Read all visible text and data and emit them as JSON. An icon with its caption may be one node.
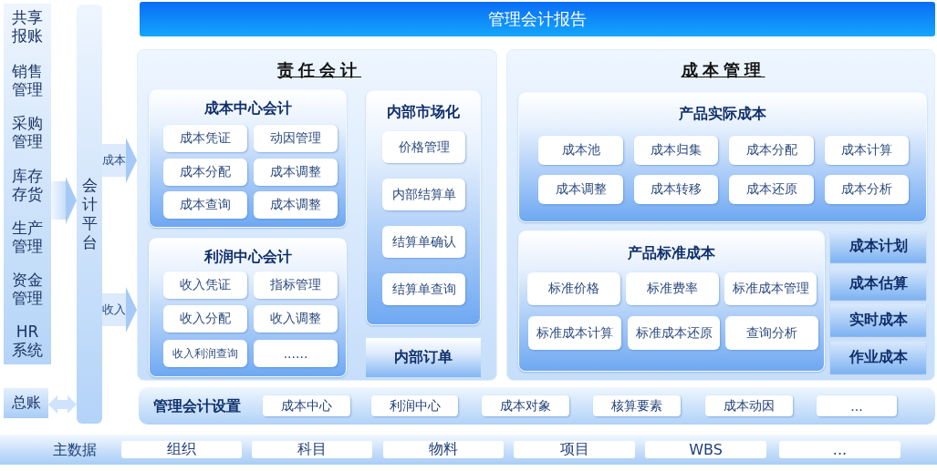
{
  "diagram": {
    "nodes": [
      {
        "text": [
          "共享报账",
          "销售管理",
          "采购管理",
          "库存存货",
          "生产管理",
          "资金管理",
          "HR系统"
        ]
      },
      {
        "text": [
          "总账"
        ]
      },
      {
        "text": [
          "会计平台"
        ]
      },
      {
        "text": [
          "管理会计报告"
        ]
      },
      {
        "text": [
          "责任会计"
        ]
      },
      {
        "text": [
          "成本中心会计"
        ],
        "in": 4
      },
      {
        "text": [
          "成本凭证"
        ],
        "in": 5
      },
      {
        "text": [
          "动因管理"
        ],
        "in": 5
      },
      {
        "text": [
          "成本分配"
        ],
        "in": 5
      },
      {
        "text": [
          "成本调整"
        ],
        "in": 5
      },
      {
        "text": [
          "成本查询"
        ],
        "in": 5
      },
      {
        "text": [
          "成本调整"
        ],
        "in": 5
      },
      {
        "text": [
          "利润中心会计"
        ],
        "in": 4
      },
      {
        "text": [
          "收入凭证"
        ],
        "in": 12
      },
      {
        "text": [
          "指标管理"
        ],
        "in": 12
      },
      {
        "text": [
          "收入分配"
        ],
        "in": 12
      },
      {
        "text": [
          "收入调整"
        ],
        "in": 12
      },
      {
        "text": [
          "收入利润查询"
        ],
        "in": 12
      },
      {
        "text": [
          "......"
        ],
        "in": 12
      },
      {
        "text": [
          "内部市场化"
        ],
        "in": 4
      },
      {
        "text": [
          "价格管理"
        ],
        "in": 19
      },
      {
        "text": [
          "内部结算单"
        ],
        "in": 19
      },
      {
        "text": [
          "结算单确认"
        ],
        "in": 19
      },
      {
        "text": [
          "结算单查询"
        ],
        "in": 19
      },
      {
        "text": [
          "内部订单"
        ],
        "in": 4
      },
      {
        "text": [
          "成本管理"
        ]
      },
      {
        "text": [
          "产品实际成本"
        ],
        "in": 25
      },
      {
        "text": [
          "成本池"
        ],
        "in": 26
      },
      {
        "text": [
          "成本归集"
        ],
        "in": 26
      },
      {
        "text": [
          "成本分配"
        ],
        "in": 26
      },
      {
        "text": [
          "成本计算"
        ],
        "in": 26
      },
      {
        "text": [
          "成本调整"
        ],
        "in": 26
      },
      {
        "text": [
          "成本转移"
        ],
        "in": 26
      },
      {
        "text": [
          "成本还原"
        ],
        "in": 26
      },
      {
        "text": [
          "成本分析"
        ],
        "in": 26
      },
      {
        "text": [
          "产品标准成本"
        ],
        "in": 25
      },
      {
        "text": [
          "标准价格"
        ],
        "in": 35
      },
      {
        "text": [
          "标准费率"
        ],
        "in": 35
      },
      {
        "text": [
          "标准成本管理"
        ],
        "in": 35
      },
      {
        "text": [
          "标准成本计算"
        ],
        "in": 35
      },
      {
        "text": [
          "标准成本还原"
        ],
        "in": 35
      },
      {
        "text": [
          "查询分析"
        ],
        "in": 35
      },
      {
        "text": [
          "成本计划"
        ],
        "in": 25
      },
      {
        "text": [
          "成本估算"
        ],
        "in": 25
      },
      {
        "text": [
          "实时成本"
        ],
        "in": 25
      },
      {
        "text": [
          "作业成本"
        ],
        "in": 25
      },
      {
        "text": [
          "管理会计设置"
        ]
      },
      {
        "text": [
          "成本中心"
        ],
        "in": 46
      },
      {
        "text": [
          "利润中心"
        ],
        "in": 46
      },
      {
        "text": [
          "成本对象"
        ],
        "in": 46
      },
      {
        "text": [
          "核算要素"
        ],
        "in": 46
      },
      {
        "text": [
          "成本动因"
        ],
        "in": 46
      },
      {
        "text": [
          "..."
        ],
        "in": 46
      },
      {
        "text": [
          "主数据"
        ]
      },
      {
        "text": [
          "组织"
        ],
        "in": 53
      },
      {
        "text": [
          "科目"
        ],
        "in": 53
      },
      {
        "text": [
          "物料"
        ],
        "in": 53
      },
      {
        "text": [
          "项目"
        ],
        "in": 53
      },
      {
        "text": [
          "WBS"
        ],
        "in": 53
      },
      {
        "text": [
          "..."
        ],
        "in": 53
      }
    ],
    "edges": [
      {
        "from": 0,
        "to": 2,
        "arrow": "to"
      },
      {
        "from": 1,
        "to": 2,
        "arrow": "both"
      },
      {
        "from": 2,
        "to": 4,
        "arrow": "to",
        "label": "成本"
      },
      {
        "from": 2,
        "to": 4,
        "arrow": "to",
        "label": "收入"
      }
    ]
  }
}
